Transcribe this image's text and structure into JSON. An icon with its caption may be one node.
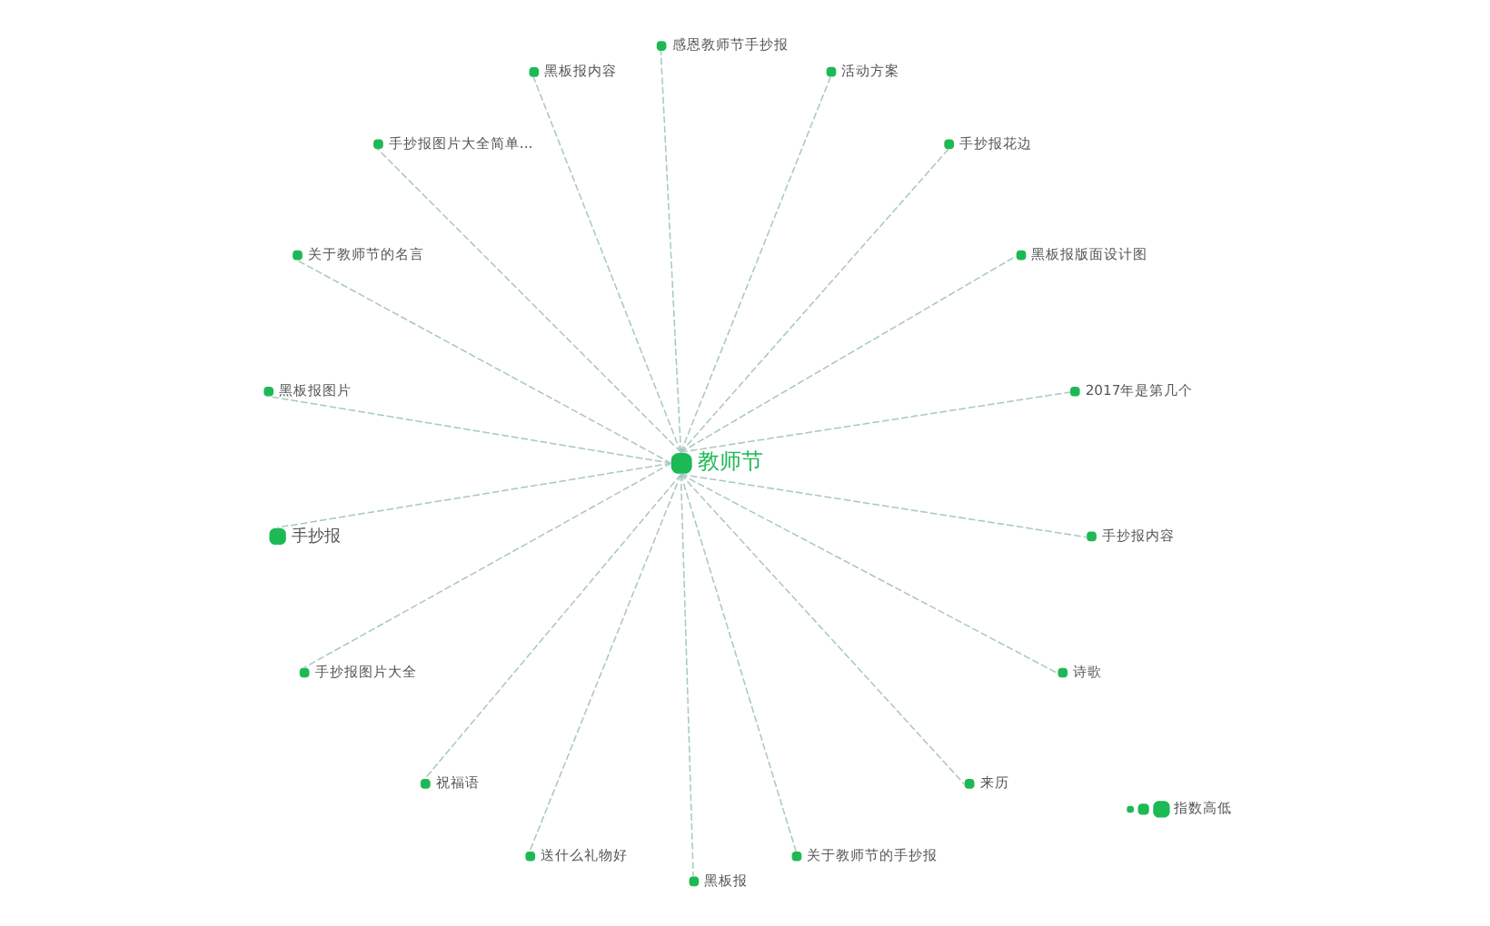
{
  "diagram": {
    "nodes": [
      {
        "text": [
          "2017年是第几个"
        ]
      },
      {
        "text": [
          "黑板报版面设计图"
        ]
      },
      {
        "text": [
          "手抄报花边"
        ]
      },
      {
        "text": [
          "活动方案"
        ]
      },
      {
        "text": [
          "感恩教师节手抄报"
        ]
      },
      {
        "text": [
          "黑板报内容"
        ]
      },
      {
        "text": [
          "手抄报图片大全简单..."
        ]
      },
      {
        "text": [
          "关于教师节的名言"
        ]
      },
      {
        "text": [
          "黑板报图片"
        ]
      },
      {
        "text": [
          "教师节"
        ]
      },
      {
        "text": [
          "手抄报"
        ]
      },
      {
        "text": [
          "手抄报图片大全"
        ]
      },
      {
        "text": [
          "祝福语"
        ]
      },
      {
        "text": [
          "送什么礼物好"
        ]
      },
      {
        "text": [
          "黑板报"
        ]
      },
      {
        "text": [
          "关于教师节的手抄报"
        ]
      },
      {
        "text": [
          "来历"
        ]
      },
      {
        "text": [
          "诗歌"
        ]
      },
      {
        "text": [
          "手抄报内容"
        ]
      }
    ],
    "edges": [
      {
        "from": 9,
        "to": 0,
        "arrow": "none"
      },
      {
        "from": 9,
        "to": 1,
        "arrow": "none"
      },
      {
        "from": 9,
        "to": 2,
        "arrow": "none"
      },
      {
        "from": 9,
        "to": 3,
        "arrow": "none"
      },
      {
        "from": 9,
        "to": 4,
        "arrow": "none"
      },
      {
        "from": 9,
        "to": 5,
        "arrow": "none"
      },
      {
        "from": 9,
        "to": 6,
        "arrow": "none"
      },
      {
        "from": 9,
        "to": 7,
        "arrow": "none"
      },
      {
        "from": 9,
        "to": 8,
        "arrow": "none"
      },
      {
        "from": 9,
        "to": 10,
        "arrow": "none"
      },
      {
        "from": 9,
        "to": 11,
        "arrow": "none"
      },
      {
        "from": 9,
        "to": 12,
        "arrow": "none"
      },
      {
        "from": 9,
        "to": 13,
        "arrow": "none"
      },
      {
        "from": 9,
        "to": 14,
        "arrow": "none"
      },
      {
        "from": 9,
        "to": 15,
        "arrow": "none"
      },
      {
        "from": 9,
        "to": 16,
        "arrow": "none"
      },
      {
        "from": 9,
        "to": 17,
        "arrow": "none"
      },
      {
        "from": 9,
        "to": 18,
        "arrow": "none"
      }
    ],
    "legend": [
      {
        "text": "指数高低"
      }
    ]
  }
}
